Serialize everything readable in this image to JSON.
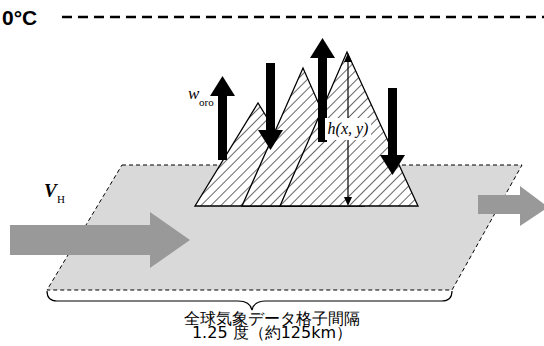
{
  "diagram": {
    "labels": [
      "0°C",
      "w",
      "oro",
      "V",
      "H",
      "h(x, y)",
      "全球気象データ格子間隔",
      "1.25 度（約125km）"
    ]
  }
}
